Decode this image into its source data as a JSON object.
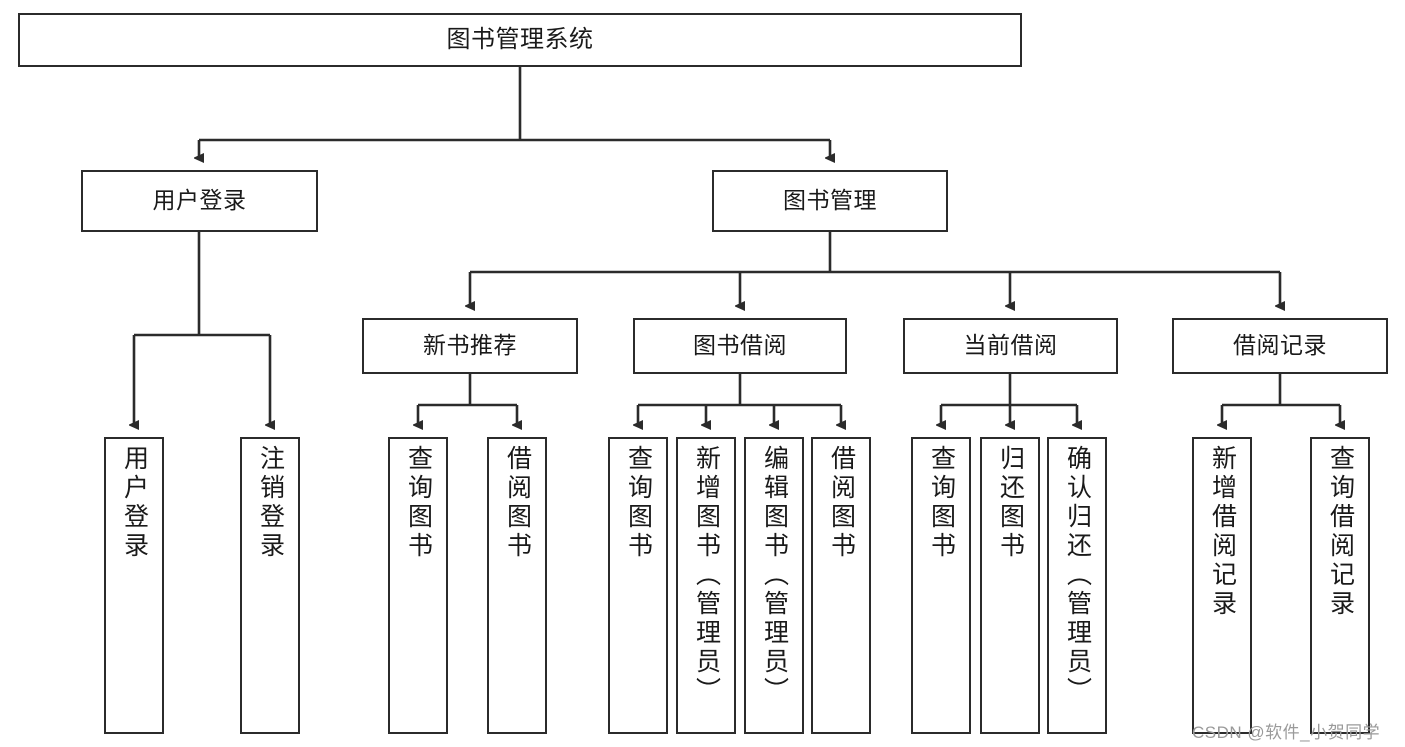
{
  "diagram": {
    "title": "图书管理系统",
    "type": "hierarchy-tree",
    "watermark": "CSDN @软件_小贺同学",
    "colors": {
      "stroke": "#2b2b2b",
      "background": "#ffffff",
      "text": "#1a1a1a",
      "watermark": "#9a9a9a"
    },
    "nodes": {
      "root": {
        "label": "图书管理系统",
        "level": 1
      },
      "user_login": {
        "label": "用户登录",
        "level": 2
      },
      "book_manage": {
        "label": "图书管理",
        "level": 2
      },
      "new_book_rec": {
        "label": "新书推荐",
        "level": 3
      },
      "book_borrow": {
        "label": "图书借阅",
        "level": 3
      },
      "current_borrow": {
        "label": "当前借阅",
        "level": 3
      },
      "borrow_record": {
        "label": "借阅记录",
        "level": 3
      },
      "leaf_user_login": {
        "label": "用户登录",
        "level": 4
      },
      "leaf_logout": {
        "label": "注销登录",
        "level": 4
      },
      "leaf_query_book_1": {
        "label": "查询图书",
        "level": 4
      },
      "leaf_borrow_book_1": {
        "label": "借阅图书",
        "level": 4
      },
      "leaf_query_book_2": {
        "label": "查询图书",
        "level": 4
      },
      "leaf_add_book": {
        "label": "新增图书（管理员）",
        "level": 4
      },
      "leaf_edit_book": {
        "label": "编辑图书（管理员）",
        "level": 4
      },
      "leaf_borrow_book_2": {
        "label": "借阅图书",
        "level": 4
      },
      "leaf_query_book_3": {
        "label": "查询图书",
        "level": 4
      },
      "leaf_return_book": {
        "label": "归还图书",
        "level": 4
      },
      "leaf_confirm_return": {
        "label": "确认归还（管理员）",
        "level": 4
      },
      "leaf_add_record": {
        "label": "新增借阅记录",
        "level": 4
      },
      "leaf_query_record": {
        "label": "查询借阅记录",
        "level": 4
      }
    },
    "edges": [
      {
        "from": "root",
        "to": "user_login"
      },
      {
        "from": "root",
        "to": "book_manage"
      },
      {
        "from": "book_manage",
        "to": "new_book_rec"
      },
      {
        "from": "book_manage",
        "to": "book_borrow"
      },
      {
        "from": "book_manage",
        "to": "current_borrow"
      },
      {
        "from": "book_manage",
        "to": "borrow_record"
      },
      {
        "from": "user_login",
        "to": "leaf_user_login"
      },
      {
        "from": "user_login",
        "to": "leaf_logout"
      },
      {
        "from": "new_book_rec",
        "to": "leaf_query_book_1"
      },
      {
        "from": "new_book_rec",
        "to": "leaf_borrow_book_1"
      },
      {
        "from": "book_borrow",
        "to": "leaf_query_book_2"
      },
      {
        "from": "book_borrow",
        "to": "leaf_add_book"
      },
      {
        "from": "book_borrow",
        "to": "leaf_edit_book"
      },
      {
        "from": "book_borrow",
        "to": "leaf_borrow_book_2"
      },
      {
        "from": "current_borrow",
        "to": "leaf_query_book_3"
      },
      {
        "from": "current_borrow",
        "to": "leaf_return_book"
      },
      {
        "from": "current_borrow",
        "to": "leaf_confirm_return"
      },
      {
        "from": "borrow_record",
        "to": "leaf_add_record"
      },
      {
        "from": "borrow_record",
        "to": "leaf_query_record"
      }
    ]
  }
}
